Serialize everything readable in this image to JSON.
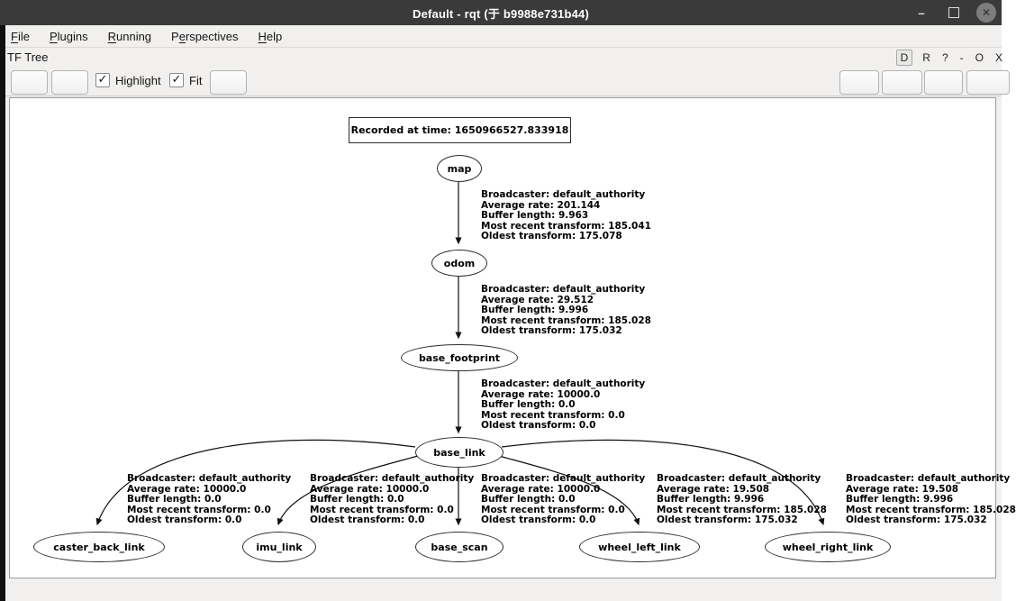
{
  "window": {
    "title": "Default - rqt (于 b9988e731b44)",
    "controls": {
      "minimize": "–",
      "close": "✕"
    }
  },
  "menu": {
    "items": [
      {
        "pre": "",
        "m": "F",
        "post": "ile"
      },
      {
        "pre": "",
        "m": "P",
        "post": "lugins"
      },
      {
        "pre": "",
        "m": "R",
        "post": "unning"
      },
      {
        "pre": "P",
        "m": "e",
        "post": "rspectives"
      },
      {
        "pre": "",
        "m": "H",
        "post": "elp"
      }
    ]
  },
  "plugin": {
    "title": "TF Tree",
    "buttons": [
      "D",
      "R",
      "?",
      "-",
      "O",
      "X"
    ]
  },
  "toolbar": {
    "highlight": {
      "label": "Highlight",
      "checked": true
    },
    "fit": {
      "label": "Fit",
      "checked": true
    },
    "check_glyph": "✓"
  },
  "graph": {
    "recorded_at": "Recorded at time: 1650966527.833918",
    "nodes": [
      {
        "id": "map",
        "label": "map"
      },
      {
        "id": "odom",
        "label": "odom"
      },
      {
        "id": "base_footprint",
        "label": "base_footprint"
      },
      {
        "id": "base_link",
        "label": "base_link"
      },
      {
        "id": "caster_back_link",
        "label": "caster_back_link"
      },
      {
        "id": "imu_link",
        "label": "imu_link"
      },
      {
        "id": "base_scan",
        "label": "base_scan"
      },
      {
        "id": "wheel_left_link",
        "label": "wheel_left_link"
      },
      {
        "id": "wheel_right_link",
        "label": "wheel_right_link"
      }
    ],
    "edges": [
      {
        "from": "map",
        "to": "odom",
        "lines": [
          "Broadcaster: default_authority",
          "Average rate: 201.144",
          "Buffer length: 9.963",
          "Most recent transform: 185.041",
          "Oldest transform: 175.078"
        ]
      },
      {
        "from": "odom",
        "to": "base_footprint",
        "lines": [
          "Broadcaster: default_authority",
          "Average rate: 29.512",
          "Buffer length: 9.996",
          "Most recent transform: 185.028",
          "Oldest transform: 175.032"
        ]
      },
      {
        "from": "base_footprint",
        "to": "base_link",
        "lines": [
          "Broadcaster: default_authority",
          "Average rate: 10000.0",
          "Buffer length: 0.0",
          "Most recent transform: 0.0",
          "Oldest transform: 0.0"
        ]
      },
      {
        "from": "base_link",
        "to": "caster_back_link",
        "lines": [
          "Broadcaster: default_authority",
          "Average rate: 10000.0",
          "Buffer length: 0.0",
          "Most recent transform: 0.0",
          "Oldest transform: 0.0"
        ]
      },
      {
        "from": "base_link",
        "to": "imu_link",
        "lines": [
          "Broadcaster: default_authority",
          "Average rate: 10000.0",
          "Buffer length: 0.0",
          "Most recent transform: 0.0",
          "Oldest transform: 0.0"
        ]
      },
      {
        "from": "base_link",
        "to": "base_scan",
        "lines": [
          "Broadcaster: default_authority",
          "Average rate: 10000.0",
          "Buffer length: 0.0",
          "Most recent transform: 0.0",
          "Oldest transform: 0.0"
        ]
      },
      {
        "from": "base_link",
        "to": "wheel_left_link",
        "lines": [
          "Broadcaster: default_authority",
          "Average rate: 19.508",
          "Buffer length: 9.996",
          "Most recent transform: 185.028",
          "Oldest transform: 175.032"
        ]
      },
      {
        "from": "base_link",
        "to": "wheel_right_link",
        "lines": [
          "Broadcaster: default_authority",
          "Average rate: 19.508",
          "Buffer length: 9.996",
          "Most recent transform: 185.028",
          "Oldest transform: 175.032"
        ]
      }
    ]
  }
}
